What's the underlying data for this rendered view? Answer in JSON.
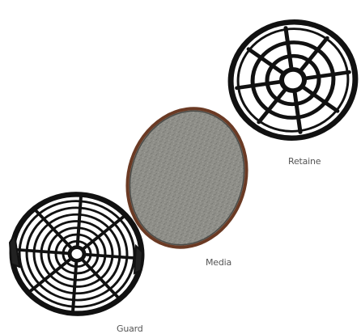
{
  "labels": {
    "retainer": "Retaine",
    "media": "Media",
    "guard": "Guard"
  },
  "colors": {
    "line": "#111111",
    "media_fill": "#8c8c86",
    "media_rim": "#6b3a24",
    "background": "#ffffff"
  },
  "parts": [
    "retainer-grille",
    "filter-media",
    "guard-grille"
  ]
}
